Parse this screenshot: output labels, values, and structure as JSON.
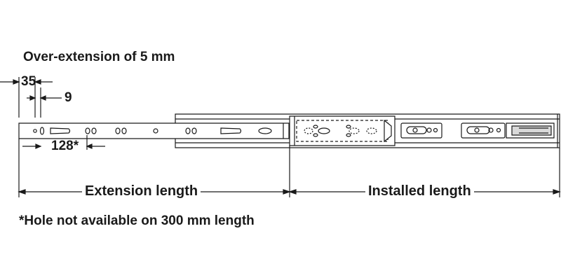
{
  "title": "Over-extension of 5 mm",
  "footnote": "*Hole not available on 300 mm length",
  "dimensions": {
    "over_extension_offset": "35",
    "hole_offset": "9",
    "hole_spacing": "128*",
    "extension_length": "Extension length",
    "installed_length": "Installed length"
  },
  "colors": {
    "line": "#1a1a1a",
    "fill": "#ffffff",
    "shade": "#d9d9d9"
  }
}
